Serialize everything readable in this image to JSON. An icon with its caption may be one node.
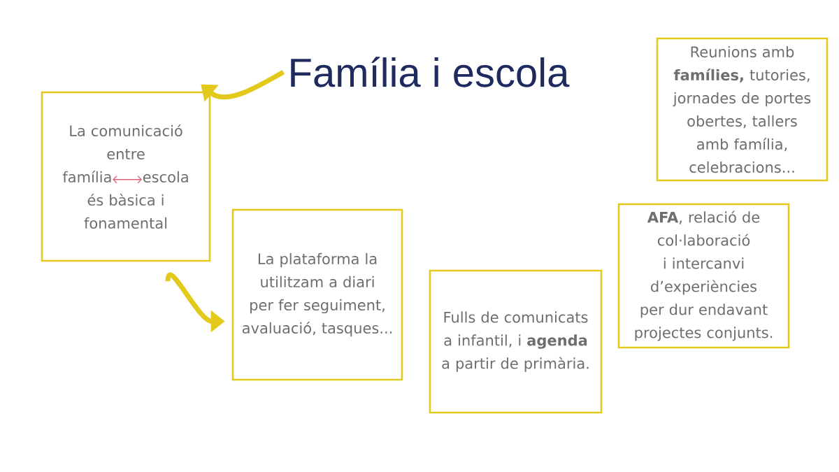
{
  "diagram": {
    "nodes": [
      {
        "text": [
          "Família i escola"
        ]
      },
      {
        "text": [
          "La comunicació entre",
          "família",
          "escola",
          "és bàsica i fonamental"
        ]
      },
      {
        "text": [
          "La plataforma la utilitzam a diari per fer seguiment, avaluació, tasques..."
        ]
      },
      {
        "text": [
          "Fulls de comunicats a infantil, i **agenda** a partir de primària."
        ]
      },
      {
        "text": [
          "**AFA**, relació de col·laboració i intercanvi d’experiències per dur endavant projectes conjunts."
        ]
      },
      {
        "text": [
          "Reunions amb **famílies,** tutories, jornades de portes obertes, tallers amb família, celebracions..."
        ]
      }
    ],
    "edges": [
      {
        "from": 0,
        "to": 1,
        "arrow": "to"
      },
      {
        "from": 1,
        "to": 2,
        "arrow": "to"
      }
    ]
  }
}
